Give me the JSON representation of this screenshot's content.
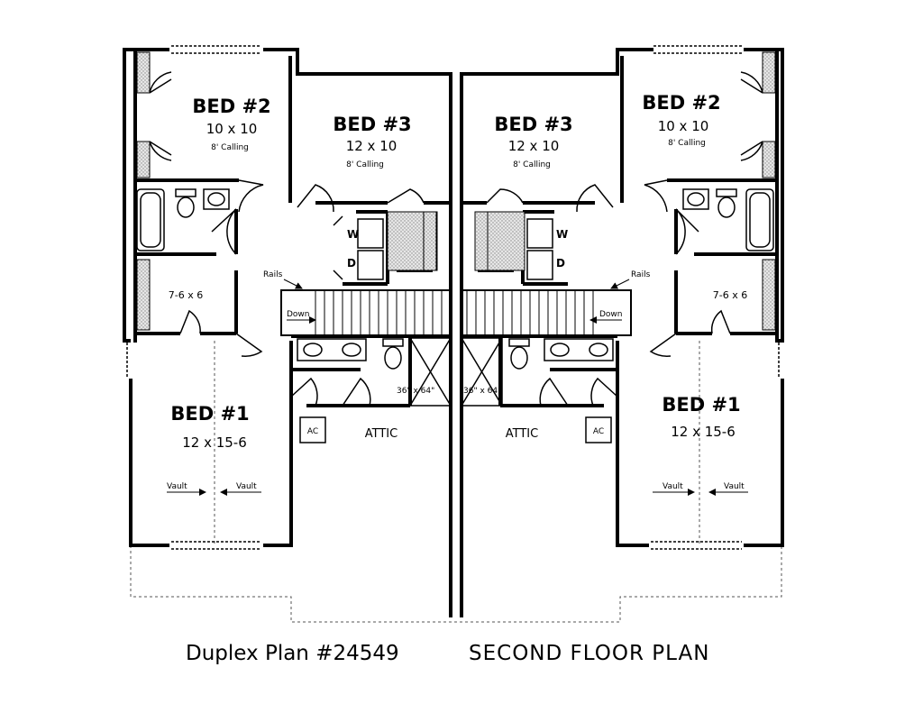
{
  "left_unit": {
    "bed2": {
      "name": "BED #2",
      "size": "10 x 10",
      "ceiling": "8' Calling"
    },
    "bed3": {
      "name": "BED #3",
      "size": "12 x 10",
      "ceiling": "8' Calling"
    },
    "bed1": {
      "name": "BED #1",
      "size": "12 x 15-6",
      "vault_left": "Vault",
      "vault_right": "Vault"
    },
    "closet": "7-6 x 6",
    "washer": "W",
    "dryer": "D",
    "rails": "Rails",
    "down": "Down",
    "attic": "ATTIC",
    "ac": "AC",
    "attic_opening": "36\" x 64\""
  },
  "right_unit": {
    "bed2": {
      "name": "BED #2",
      "size": "10 x 10",
      "ceiling": "8' Calling"
    },
    "bed3": {
      "name": "BED #3",
      "size": "12 x 10",
      "ceiling": "8' Calling"
    },
    "bed1": {
      "name": "BED #1",
      "size": "12 x 15-6",
      "vault_left": "Vault",
      "vault_right": "Vault"
    },
    "closet": "7-6 x 6",
    "washer": "W",
    "dryer": "D",
    "rails": "Rails",
    "down": "Down",
    "attic": "ATTIC",
    "ac": "AC",
    "attic_opening": "36\" x 64\""
  },
  "captions": {
    "plan_number": "Duplex Plan #24549",
    "floor": "SECOND FLOOR PLAN"
  }
}
